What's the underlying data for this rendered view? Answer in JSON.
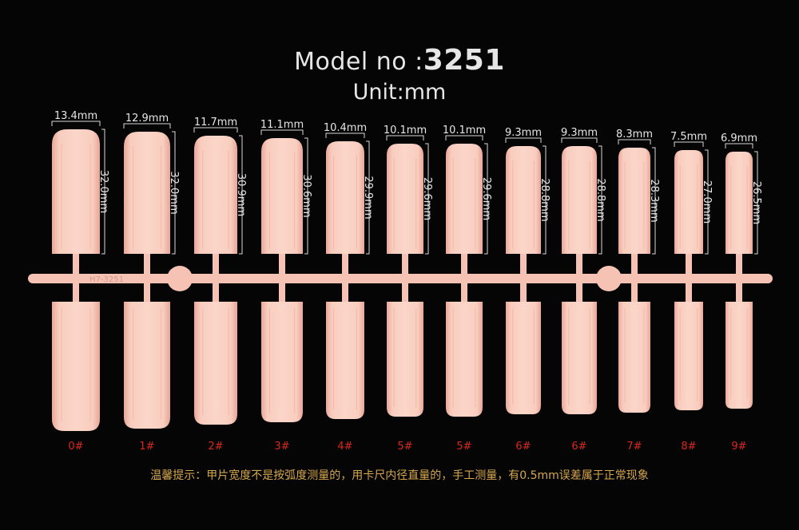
{
  "header": {
    "model_prefix": "Model no :",
    "model_number": "3251",
    "unit": "Unit:mm"
  },
  "colors": {
    "nail": "#f5c2b3",
    "nail_edge": "#e9a999",
    "label_red": "#d8281e",
    "footer_text": "#d4a64f",
    "dim_line": "#d8d8d8"
  },
  "sprue_mark": "H7-3251",
  "nails": [
    {
      "width": "13.4mm",
      "length": "32.0mm",
      "size": "0#"
    },
    {
      "width": "12.9mm",
      "length": "32.0mm",
      "size": "1#"
    },
    {
      "width": "11.7mm",
      "length": "30.9mm",
      "size": "2#"
    },
    {
      "width": "11.1mm",
      "length": "30.6mm",
      "size": "3#"
    },
    {
      "width": "10.4mm",
      "length": "29.9mm",
      "size": "4#"
    },
    {
      "width": "10.1mm",
      "length": "29.6mm",
      "size": "5#"
    },
    {
      "width": "10.1mm",
      "length": "29.6mm",
      "size": "5#"
    },
    {
      "width": "9.3mm",
      "length": "28.8mm",
      "size": "6#"
    },
    {
      "width": "9.3mm",
      "length": "28.8mm",
      "size": "6#"
    },
    {
      "width": "8.3mm",
      "length": "28.3mm",
      "size": "7#"
    },
    {
      "width": "7.5mm",
      "length": "27.0mm",
      "size": "8#"
    },
    {
      "width": "6.9mm",
      "length": "26.5mm",
      "size": "9#"
    }
  ],
  "footer": {
    "note": "温馨提示：甲片宽度不是按弧度测量的，用卡尺内径直量的，手工测量，有0.5mm误差属于正常现象"
  }
}
